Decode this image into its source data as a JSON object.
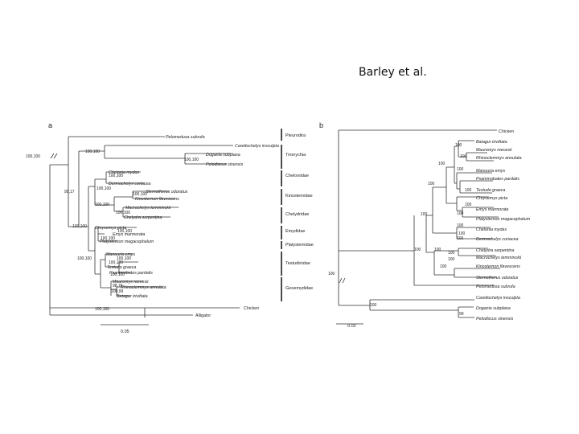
{
  "caption": "Barley et al.",
  "panel_a": {
    "label": "a",
    "taxa": [
      "Pelomedusa subrufa",
      "Carettochelys insculpta",
      "Dogania subplana",
      "Pelodiscus sinensis",
      "Chelonia mydas",
      "Dermochelys coriacea",
      "Sternotherus odoratus",
      "Kinosternon flavescens",
      "Macrochelys temminckii",
      "Chelydra serpentina",
      "Chrysemys picta",
      "Emys marmorata",
      "Platysternon megacephalum",
      "Manouria emys",
      "Testudo graeca",
      "Psammobates pardalis",
      "Mauremys reevesii",
      "Rhinoclemmys annulata",
      "Batagur trivittata",
      "Chicken",
      "Alligator"
    ],
    "supports": [
      "100,100",
      "100,100",
      "100,100",
      "100,100",
      "100,100",
      "95,17",
      "100,100",
      "100,100",
      "100,100",
      "100,100",
      "100,100",
      "100,100",
      "100,100",
      "100,100",
      "100,100",
      "100,100",
      "98,76",
      "100,99",
      "100,100"
    ],
    "families": [
      "Pleurodira",
      "Trionychia",
      "Cheloniidae",
      "Kinosternidae",
      "Chelydridae",
      "Emydidae",
      "Platysternidae",
      "Testudinidae",
      "Geoemydidae"
    ],
    "scale": "0.05"
  },
  "panel_b": {
    "label": "b",
    "taxa": [
      "Chicken",
      "Batagur trivittata",
      "Mauremys reevesii",
      "Rhinoclemmys annulata",
      "Manouria emys",
      "Psammobates pardalis",
      "Testudo graeca",
      "Chrysemys picta",
      "Emys marmorata",
      "Platysternon megacephalum",
      "Chelonia mydas",
      "Dermochelys coriacea",
      "Chelydra serpentina",
      "Macrochelys temminckii",
      "Kinosternon flavescens",
      "Sternotherus odoratus",
      "Pelomedusa subrufa",
      "Carettochelys insculpta",
      "Dogania subplana",
      "Pelodiscus sinensis"
    ],
    "supports": [
      "100",
      "100",
      "100",
      "100",
      "100",
      "100",
      "100",
      "100",
      "100",
      "100",
      "100",
      "100",
      "100",
      "100",
      "100",
      "100",
      "99",
      "100",
      "100",
      "100"
    ],
    "scale": "0.02"
  }
}
